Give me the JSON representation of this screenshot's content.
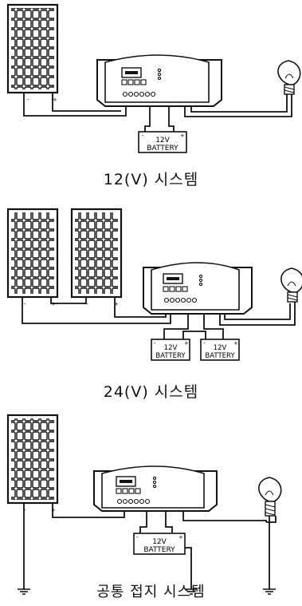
{
  "diagrams": [
    {
      "caption": "12(V) 시스템",
      "batteries": [
        {
          "voltage": "12V",
          "label": "BATTERY"
        }
      ]
    },
    {
      "caption": "24(V) 시스템",
      "batteries": [
        {
          "voltage": "12V",
          "label": "BATTERY"
        },
        {
          "voltage": "12V",
          "label": "BATTERY"
        }
      ]
    },
    {
      "caption": "공통 접지 시스템",
      "batteries": [
        {
          "voltage": "12V",
          "label": "BATTERY"
        }
      ]
    }
  ],
  "icons": [
    "solar-panel-icon",
    "charge-controller-icon",
    "battery-icon",
    "light-bulb-icon",
    "ground-icon"
  ]
}
